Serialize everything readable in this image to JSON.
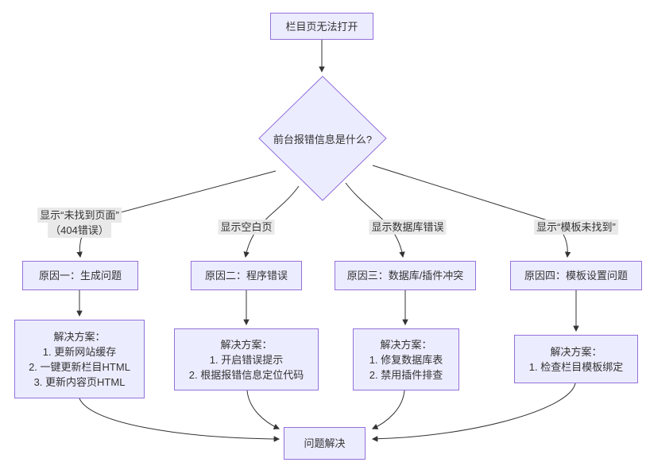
{
  "flowchart": {
    "start": "栏目页无法打开",
    "decision": "前台报错信息是什么?",
    "branches": [
      {
        "condition_lines": [
          "显示“未找到页面”",
          "（404错误）"
        ],
        "cause": "原因一：生成问题",
        "solution_lines": [
          "解决方案：",
          "1. 更新网站缓存",
          "2. 一键更新栏目HTML",
          "3. 更新内容页HTML"
        ]
      },
      {
        "condition_lines": [
          "显示空白页"
        ],
        "cause": "原因二：程序错误",
        "solution_lines": [
          "解决方案：",
          "1. 开启错误提示",
          "2. 根据报错信息定位代码"
        ]
      },
      {
        "condition_lines": [
          "显示数据库错误"
        ],
        "cause": "原因三：数据库/插件冲突",
        "solution_lines": [
          "解决方案：",
          "1. 修复数据库表",
          "2. 禁用插件排查"
        ]
      },
      {
        "condition_lines": [
          "显示“模板未找到”"
        ],
        "cause": "原因四：模板设置问题",
        "solution_lines": [
          "解决方案：",
          "1. 检查栏目模板绑定"
        ]
      }
    ],
    "end": "问题解决",
    "colors": {
      "node_fill": "#ECECFF",
      "node_border": "#9370DB",
      "edge": "#333333",
      "edge_label_bg": "#e8e8e8",
      "text": "#333333"
    }
  }
}
